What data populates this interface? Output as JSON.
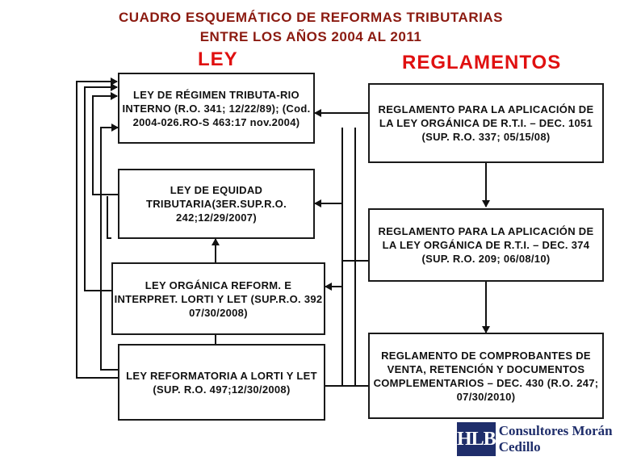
{
  "title": {
    "line1": "CUADRO ESQUEMÁTICO DE REFORMAS TRIBUTARIAS",
    "line2": "ENTRE LOS AÑOS 2004 AL 2011"
  },
  "columns": {
    "ley": "LEY",
    "reglamentos": "REGLAMENTOS"
  },
  "leyes": [
    "LEY DE RÉGIMEN TRIBUTA-RIO INTERNO (R.O. 341; 12/22/89); (Cod. 2004-026.RO-S 463:17 nov.2004)",
    "LEY DE EQUIDAD TRIBUTARIA(3ER.SUP.R.O. 242;12/29/2007)",
    "LEY  ORGÁNICA REFORM. E INTERPRET. LORTI Y LET (SUP.R.O. 392  07/30/2008)",
    "LEY REFORMATORIA A LORTI  Y  LET (SUP. R.O. 497;12/30/2008)"
  ],
  "reglamentos": [
    "REGLAMENTO PARA LA APLICACIÓN DE LA LEY ORGÁNICA DE R.T.I. – DEC. 1051 (SUP. R.O. 337; 05/15/08)",
    "REGLAMENTO PARA LA APLICACIÓN DE LA LEY ORGÁNICA DE R.T.I. – DEC. 374 (SUP. R.O. 209; 06/08/10)",
    "REGLAMENTO DE COMPROBANTES DE VENTA, RETENCIÓN Y DOCUMENTOS COMPLEMENTARIOS – DEC. 430 (R.O. 247; 07/30/2010)"
  ],
  "logo": {
    "mark": "HLB",
    "text": "Consultores Morán Cedillo",
    "color": "#1F2E6B"
  },
  "colors": {
    "title": "#8B1A10",
    "column_heads": "#E01010"
  }
}
